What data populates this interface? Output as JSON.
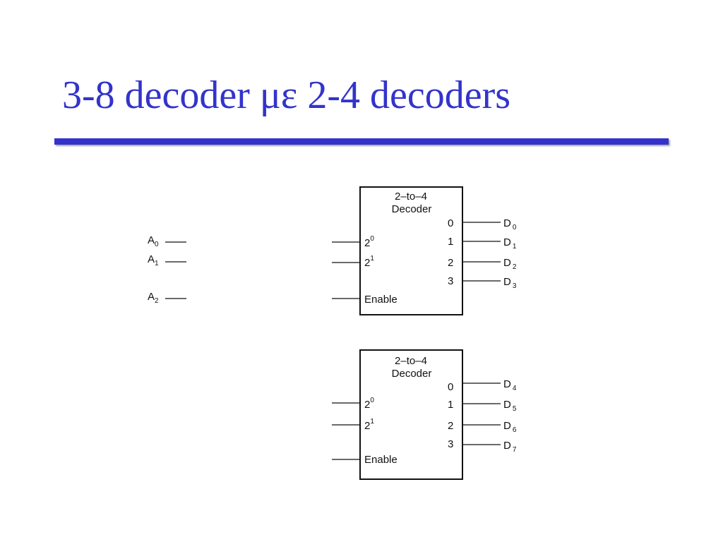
{
  "slide": {
    "title": "3-8 decoder με 2-4 decoders",
    "accent_color": "#3333cc"
  },
  "inputs": [
    {
      "base": "A",
      "sub": "0"
    },
    {
      "base": "A",
      "sub": "1"
    },
    {
      "base": "A",
      "sub": "2"
    }
  ],
  "decoders": [
    {
      "title_line1": "2–to–4",
      "title_line2": "Decoder",
      "input_base": "2",
      "input_exps": [
        "0",
        "1"
      ],
      "enable_label": "Enable",
      "output_numbers": [
        "0",
        "1",
        "2",
        "3"
      ],
      "outputs": [
        {
          "base": "D",
          "sub": "0"
        },
        {
          "base": "D",
          "sub": "1"
        },
        {
          "base": "D",
          "sub": "2"
        },
        {
          "base": "D",
          "sub": "3"
        }
      ]
    },
    {
      "title_line1": "2–to–4",
      "title_line2": "Decoder",
      "input_base": "2",
      "input_exps": [
        "0",
        "1"
      ],
      "enable_label": "Enable",
      "output_numbers": [
        "0",
        "1",
        "2",
        "3"
      ],
      "outputs": [
        {
          "base": "D",
          "sub": "4"
        },
        {
          "base": "D",
          "sub": "5"
        },
        {
          "base": "D",
          "sub": "6"
        },
        {
          "base": "D",
          "sub": "7"
        }
      ]
    }
  ]
}
